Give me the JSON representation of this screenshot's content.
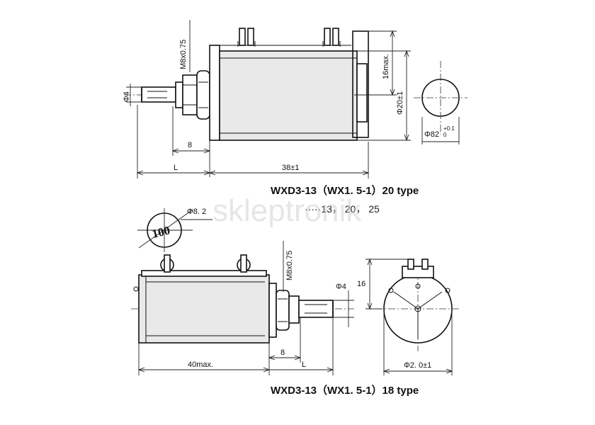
{
  "top_drawing": {
    "thread_label": "M8x0.75",
    "shaft_label": "Φ4",
    "height_label": "16max.",
    "dia_label": "Φ20±1",
    "side_dia_label": "Φ82",
    "side_tol_upper": "+0.1",
    "side_tol_lower": "0",
    "dim_8": "8",
    "dim_L": "L",
    "dim_38": "38±1",
    "caption": "WXD3-13（WX1. 5-1）20 type"
  },
  "lengths_line": "·····13， 20， 25",
  "watermark": "skleptronik",
  "bottom_drawing": {
    "dial_value": "100",
    "dial_dia_label": "Φ8. 2",
    "thread_label": "M8x0.75",
    "shaft_label": "Φ4",
    "height_label": "16",
    "dim_40": "40max.",
    "dim_8": "8",
    "dim_L": "L",
    "dia_label": "Φ2. 0±1",
    "caption": "WXD3-13（WX1. 5-1）18 type"
  }
}
